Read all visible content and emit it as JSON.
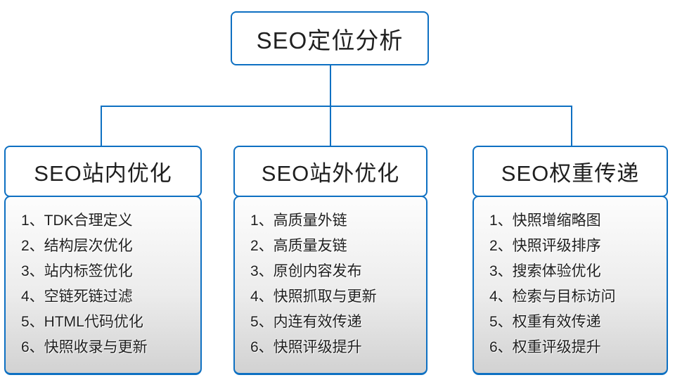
{
  "root": {
    "title": "SEO定位分析"
  },
  "columns": [
    {
      "title": "SEO站内优化",
      "items": [
        "1、TDK合理定义",
        "2、结构层次优化",
        "3、站内标签优化",
        "4、空链死链过滤",
        "5、HTML代码优化",
        "6、快照收录与更新"
      ]
    },
    {
      "title": "SEO站外优化",
      "items": [
        "1、高质量外链",
        "2、高质量友链",
        "3、原创内容发布",
        "4、快照抓取与更新",
        "5、内连有效传递",
        "6、快照评级提升"
      ]
    },
    {
      "title": "SEO权重传递",
      "items": [
        "1、快照增缩略图",
        "2、快照评级排序",
        "3、搜索体验优化",
        "4、检索与目标访问",
        "5、权重有效传递",
        "6、权重评级提升"
      ]
    }
  ],
  "colors": {
    "line": "#0e70c2",
    "text": "#1f1f1f",
    "list_gradient_top": "#fdfdfd",
    "list_gradient_bottom": "#d2d2d2"
  }
}
